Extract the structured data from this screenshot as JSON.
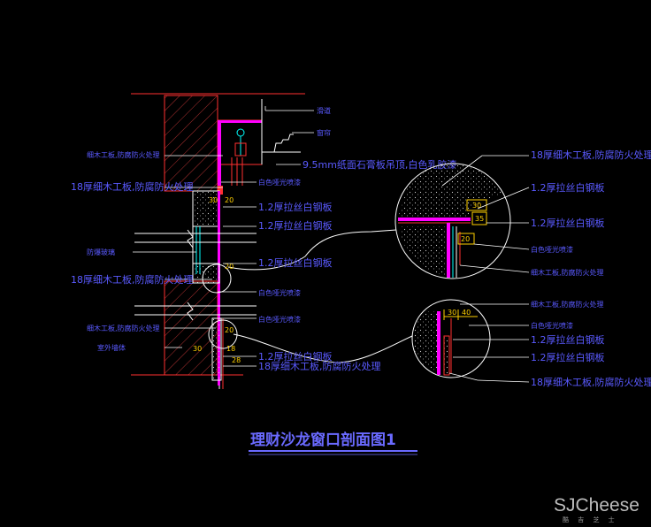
{
  "title": "理财沙龙窗口剖面图1",
  "watermark": {
    "brand": "SJCheese",
    "sub": "酷 吉 芝 士"
  },
  "colors": {
    "background": "#000000",
    "label": "#5a5aff",
    "wall_hatch": "#b03030",
    "panel_red": "#ff3030",
    "magenta": "#ff00ff",
    "cyan": "#00ffff",
    "leader": "#ffffff",
    "dimension": "#ffd000"
  },
  "main_labels": {
    "l_curtain_box": "滑道",
    "l_curtain": "窗帘",
    "l_wood_base_top": "细木工板,防腐防火处理",
    "l_gypsum": "9.5mm纸面石膏板吊顶,白色乳胶漆",
    "l_wood18_a": "18厚细木工板,防腐防火处理",
    "l_paint_1": "白色哑光喷漆",
    "l_steel_1": "1.2厚拉丝白钢板",
    "l_steel_2": "1.2厚拉丝白钢板",
    "l_glass": "防爆玻璃",
    "l_steel_3": "1.2厚拉丝白钢板",
    "l_wood18_b": "18厚细木工板,防腐防火处理",
    "l_paint_2": "白色哑光喷漆",
    "l_paint_3": "白色哑光喷漆",
    "l_wood_base_bottom": "细木工板,防腐防火处理",
    "l_wall": "室外墙体",
    "l_steel_4": "1.2厚拉丝白钢板",
    "l_wood18_c": "18厚细木工板,防腐防火处理"
  },
  "detail_top": {
    "labels": {
      "l_wood18": "18厚细木工板,防腐防火处理",
      "l_steel_a": "1.2厚拉丝白钢板",
      "l_steel_b": "1.2厚拉丝白钢板",
      "l_paint": "白色哑光喷漆",
      "l_wood": "细木工板,防腐防火处理"
    },
    "dims": {
      "d1": "30",
      "d2": "35",
      "d3": "20"
    }
  },
  "detail_bottom": {
    "labels": {
      "l_wood": "细木工板,防腐防火处理",
      "l_paint": "白色哑光喷漆",
      "l_steel_a": "1.2厚拉丝白钢板",
      "l_steel_b": "1.2厚拉丝白钢板",
      "l_wood18": "18厚细木工板,防腐防火处理"
    },
    "dims": {
      "d1": "30",
      "d2": "40"
    }
  },
  "main_dims": {
    "d1": "30",
    "d2": "20",
    "d3": "20",
    "d4": "20",
    "d5": "18",
    "d6": "30",
    "d7": "28"
  }
}
